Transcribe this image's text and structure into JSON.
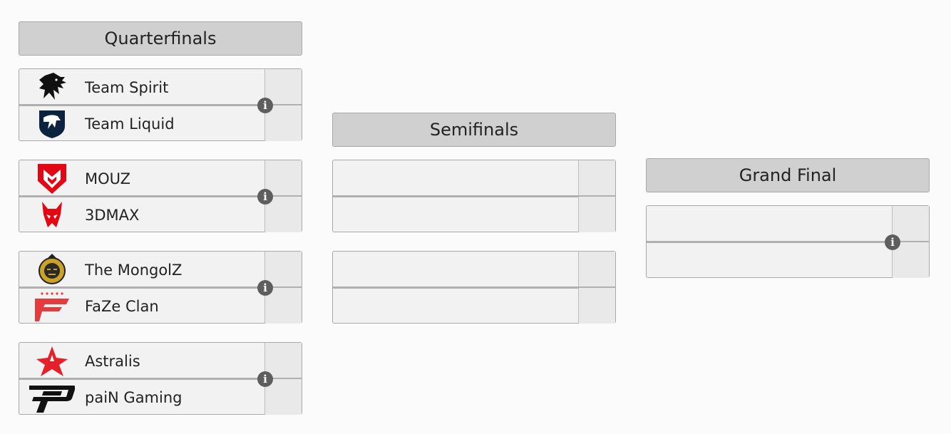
{
  "rounds": {
    "quarterfinals": "Quarterfinals",
    "semifinals": "Semifinals",
    "grand_final": "Grand Final"
  },
  "info_glyph": "i",
  "quarterfinals": [
    {
      "team1": "Team Spirit",
      "team2": "Team Liquid",
      "logo1": "team-spirit-dragon-logo",
      "logo2": "team-liquid-horse-logo"
    },
    {
      "team1": "MOUZ",
      "team2": "3DMAX",
      "logo1": "mouz-logo",
      "logo2": "3dmax-logo"
    },
    {
      "team1": "The MongolZ",
      "team2": "FaZe Clan",
      "logo1": "the-mongolz-logo",
      "logo2": "faze-clan-logo"
    },
    {
      "team1": "Astralis",
      "team2": "paiN Gaming",
      "logo1": "astralis-logo",
      "logo2": "pain-gaming-logo"
    }
  ],
  "colors": {
    "header_bg": "#d0d0d0",
    "match_bg": "#f2f2f2",
    "score_bg": "#e9e9e9",
    "info_bg": "#5e5e5e",
    "liquid_navy": "#0c2340",
    "mouz_red": "#e30613",
    "mongolz_gold": "#c9a227",
    "faze_red": "#e43c3c",
    "astralis_red": "#e4212b"
  }
}
